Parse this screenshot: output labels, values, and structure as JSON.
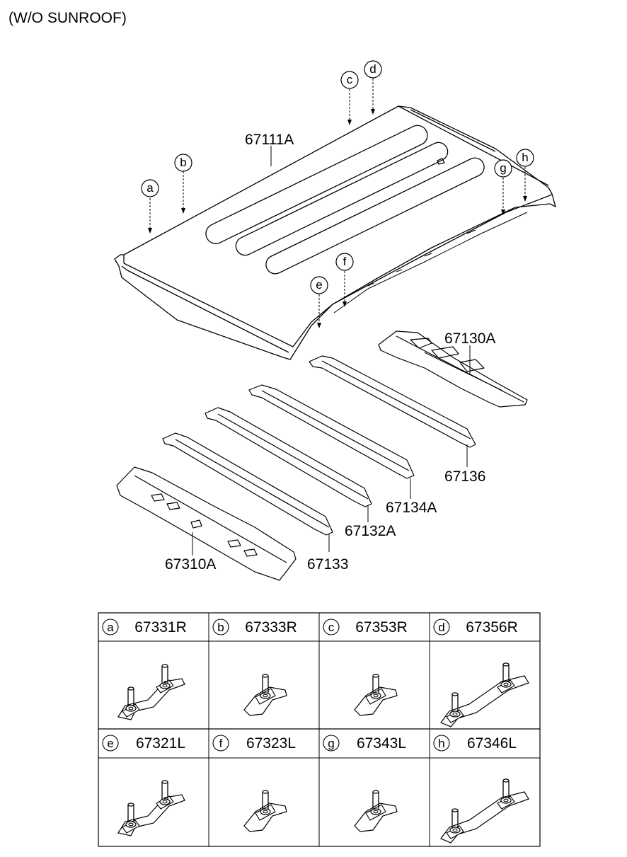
{
  "title": "(W/O SUNROOF)",
  "callouts": [
    {
      "letter": "a"
    },
    {
      "letter": "b"
    },
    {
      "letter": "c"
    },
    {
      "letter": "d"
    },
    {
      "letter": "e"
    },
    {
      "letter": "f"
    },
    {
      "letter": "g"
    },
    {
      "letter": "h"
    }
  ],
  "parts": {
    "roof_panel": "67111A",
    "rear_rail": "67130A",
    "bow_1": "67136",
    "bow_2": "67134A",
    "bow_3": "67132A",
    "bow_4": "67133",
    "front_rail": "67310A"
  },
  "table": {
    "rows": [
      [
        {
          "letter": "a",
          "part": "67331R",
          "icon": "double-stud-clip-icon"
        },
        {
          "letter": "b",
          "part": "67333R",
          "icon": "single-stud-clip-icon"
        },
        {
          "letter": "c",
          "part": "67353R",
          "icon": "single-stud-clip-icon"
        },
        {
          "letter": "d",
          "part": "67356R",
          "icon": "long-double-stud-clip-icon"
        }
      ],
      [
        {
          "letter": "e",
          "part": "67321L",
          "icon": "double-stud-clip-icon"
        },
        {
          "letter": "f",
          "part": "67323L",
          "icon": "single-stud-clip-icon"
        },
        {
          "letter": "g",
          "part": "67343L",
          "icon": "single-stud-clip-icon"
        },
        {
          "letter": "h",
          "part": "67346L",
          "icon": "long-double-stud-clip-icon"
        }
      ]
    ]
  }
}
